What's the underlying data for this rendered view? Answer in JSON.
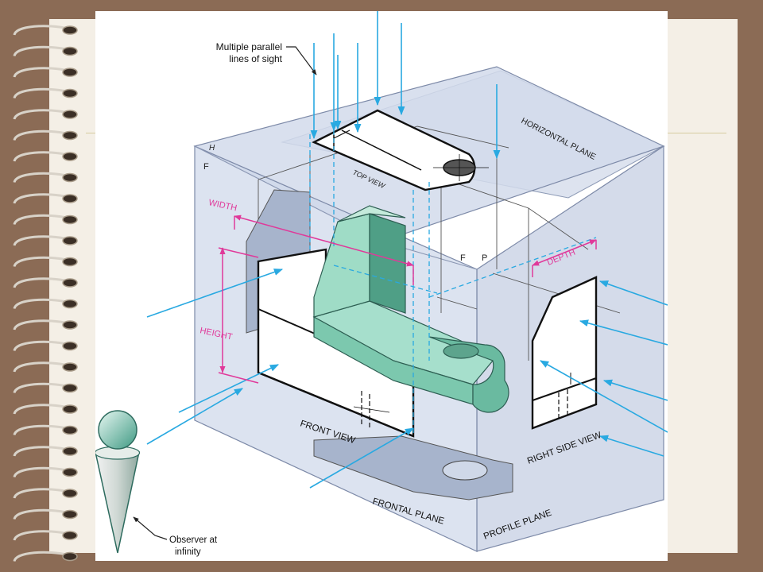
{
  "figure": {
    "callout_sight": [
      "Multiple parallel",
      "lines of sight"
    ],
    "horizontal_plane": "HORIZONTAL PLANE",
    "frontal_plane": "FRONTAL PLANE",
    "profile_plane": "PROFILE PLANE",
    "top_view": "TOP VIEW",
    "front_view": "FRONT VIEW",
    "right_side_view": "RIGHT SIDE VIEW",
    "width": "WIDTH",
    "height": "HEIGHT",
    "depth": "DEPTH",
    "hinge_h": "H",
    "hinge_f_left": "F",
    "hinge_f_right": "F",
    "hinge_p": "P",
    "observer": [
      "Observer at",
      "infinity"
    ]
  },
  "colors": {
    "background": "#8b6b55",
    "page": "#f4efe6",
    "sight_lines": "#29a9e1",
    "dimensions": "#e0399a",
    "object": "#8fd3bb",
    "plane_tint": "#c9d3e6"
  }
}
